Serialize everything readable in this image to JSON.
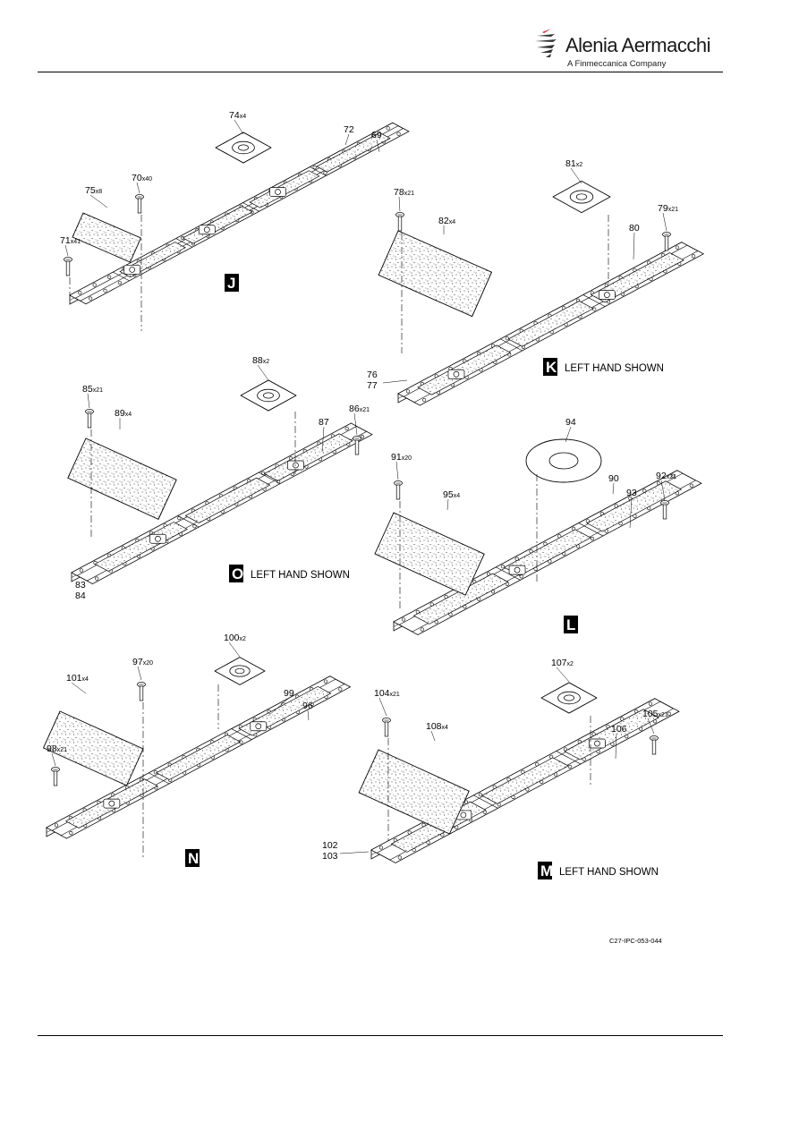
{
  "header": {
    "brand": "Alenia Aermacchi",
    "tagline": "A Finmeccanica Company"
  },
  "figure_id": "C27-IPC-053-044",
  "views": {
    "J": {
      "letter": "J",
      "caption": ""
    },
    "K": {
      "letter": "K",
      "caption": "LEFT HAND SHOWN"
    },
    "O": {
      "letter": "O",
      "caption": "LEFT HAND SHOWN"
    },
    "L": {
      "letter": "L",
      "caption": ""
    },
    "N": {
      "letter": "N",
      "caption": ""
    },
    "M": {
      "letter": "M",
      "caption": "LEFT HAND SHOWN"
    }
  },
  "callouts": [
    {
      "n": "74",
      "q": "x4"
    },
    {
      "n": "72",
      "q": ""
    },
    {
      "n": "69",
      "q": ""
    },
    {
      "n": "70",
      "q": "x40"
    },
    {
      "n": "75",
      "q": "x8"
    },
    {
      "n": "71",
      "q": "x41"
    },
    {
      "n": "81",
      "q": "x2"
    },
    {
      "n": "78",
      "q": "x21"
    },
    {
      "n": "79",
      "q": "x21"
    },
    {
      "n": "82",
      "q": "x4"
    },
    {
      "n": "80",
      "q": ""
    },
    {
      "n": "76",
      "q": ""
    },
    {
      "n": "77",
      "q": ""
    },
    {
      "n": "88",
      "q": "x2"
    },
    {
      "n": "85",
      "q": "x21"
    },
    {
      "n": "86",
      "q": "x21"
    },
    {
      "n": "89",
      "q": "x4"
    },
    {
      "n": "87",
      "q": ""
    },
    {
      "n": "83",
      "q": ""
    },
    {
      "n": "84",
      "q": ""
    },
    {
      "n": "94",
      "q": ""
    },
    {
      "n": "91",
      "q": "x20"
    },
    {
      "n": "90",
      "q": ""
    },
    {
      "n": "92",
      "q": "x21"
    },
    {
      "n": "95",
      "q": "x4"
    },
    {
      "n": "93",
      "q": ""
    },
    {
      "n": "100",
      "q": "x2"
    },
    {
      "n": "97",
      "q": "x20"
    },
    {
      "n": "101",
      "q": "x4"
    },
    {
      "n": "99",
      "q": ""
    },
    {
      "n": "96",
      "q": ""
    },
    {
      "n": "98",
      "q": "x21"
    },
    {
      "n": "107",
      "q": "x2"
    },
    {
      "n": "104",
      "q": "x21"
    },
    {
      "n": "105",
      "q": "x21"
    },
    {
      "n": "108",
      "q": "x4"
    },
    {
      "n": "106",
      "q": ""
    },
    {
      "n": "102",
      "q": ""
    },
    {
      "n": "103",
      "q": ""
    }
  ]
}
